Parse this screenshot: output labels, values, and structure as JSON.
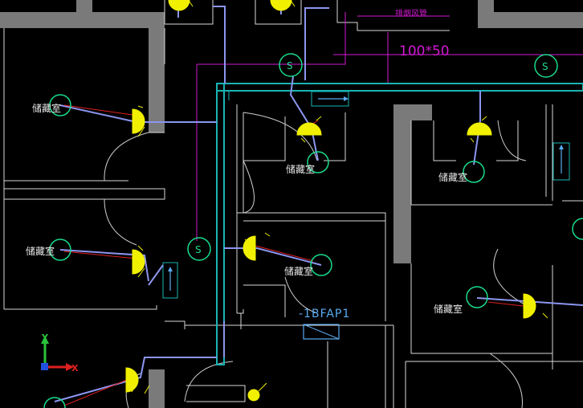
{
  "drawing": {
    "duct_size_label": "100*50",
    "duct_name_label": "排烟风管",
    "panel_label": "-1BFAP1",
    "sensor_symbol": "S",
    "axis": {
      "x_label": "X",
      "y_label": "Y"
    },
    "room_labels": [
      "储藏室",
      "储藏室",
      "储藏室",
      "储藏室",
      "储藏室",
      "储藏室"
    ],
    "colors": {
      "background": "#000000",
      "wall_fill": "#7a7a7a",
      "wall_line": "#e6e6e6",
      "duct": "#1ab4b4",
      "sensor": "#1adc8c",
      "lamp": "#f0f000",
      "wiring": "#8c96f0",
      "magenta": "#d21ad2",
      "panel": "#5aaaf0"
    }
  }
}
